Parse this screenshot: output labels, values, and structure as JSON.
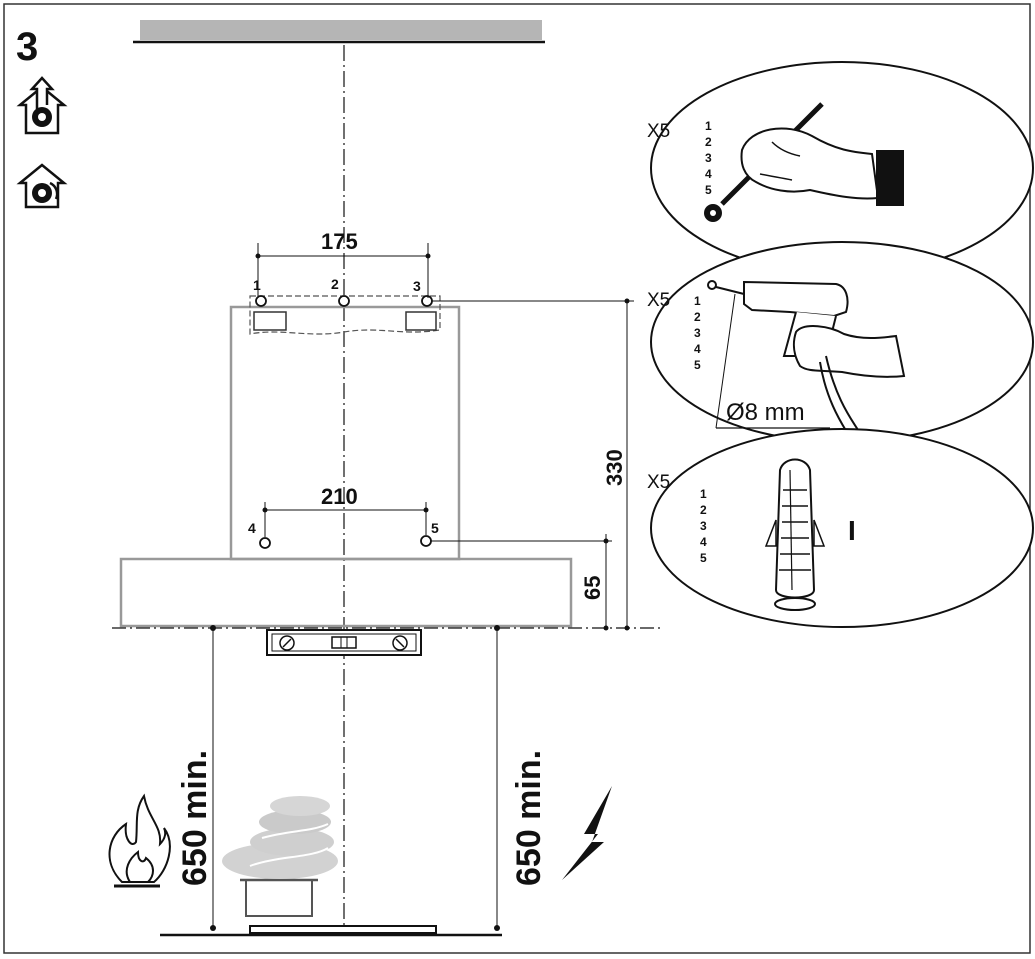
{
  "step_number": "3",
  "icons": {
    "ducted": "ducted-extraction-house-icon",
    "recirculation": "recirculation-house-icon",
    "flame": "gas-flame-icon",
    "electric": "electric-bolt-icon"
  },
  "dimensions": {
    "upper_holes_spacing": "175",
    "lower_holes_spacing": "210",
    "height_to_upper_holes": "330",
    "height_to_lower_holes": "65",
    "min_height_gas": "650 min.",
    "min_height_electric": "650 min."
  },
  "hole_labels": [
    "1",
    "2",
    "3",
    "4",
    "5"
  ],
  "steps": [
    {
      "multiplier": "X5",
      "numbers": [
        "1",
        "2",
        "3",
        "4",
        "5"
      ],
      "icon": "pencil-marking-hand-icon"
    },
    {
      "multiplier": "X5",
      "numbers": [
        "1",
        "2",
        "3",
        "4",
        "5"
      ],
      "icon": "drill-hand-icon",
      "drill_size": "Ø8 mm"
    },
    {
      "multiplier": "X5",
      "numbers": [
        "1",
        "2",
        "3",
        "4",
        "5"
      ],
      "icon": "wall-plug-icon",
      "part_code": "I"
    }
  ]
}
